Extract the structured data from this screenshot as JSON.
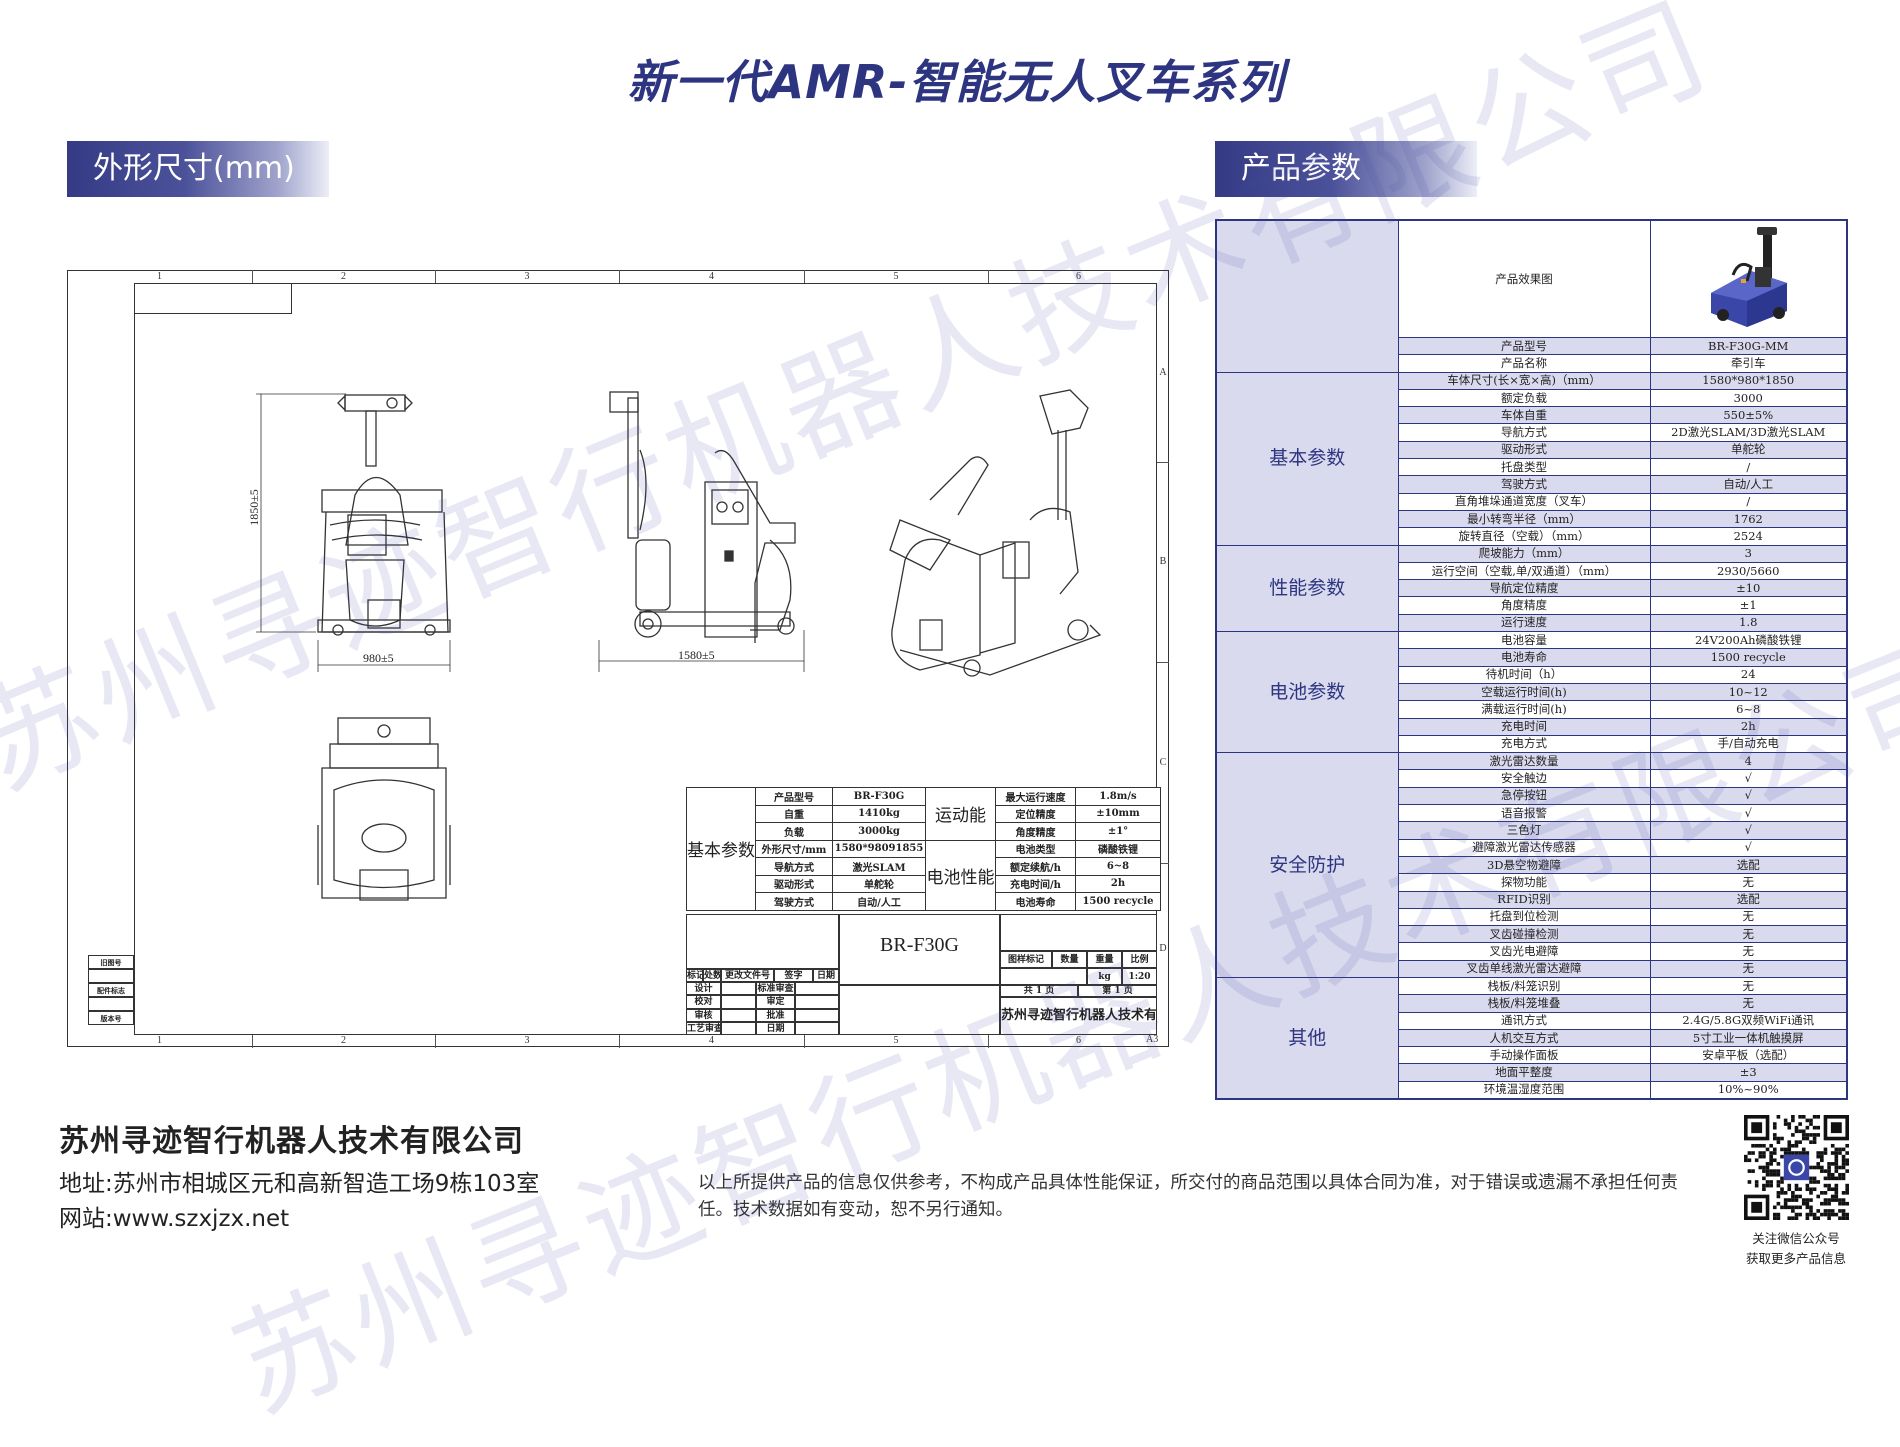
{
  "header": {
    "title": "新一代AMR-智能无人叉车系列",
    "dimensions_label": "外形尺寸(mm)",
    "params_label": "产品参数"
  },
  "watermark": "苏州寻迹智行机器人技术有限公司",
  "drawing": {
    "column_numbers": [
      "1",
      "2",
      "3",
      "4",
      "5",
      "6"
    ],
    "row_letters": [
      "A",
      "B",
      "C",
      "D"
    ],
    "dim_height": "1850±5",
    "dim_width": "980±5",
    "dim_length": "1580±5",
    "side_labels": [
      "旧图号",
      "配件标志",
      "版本号"
    ],
    "sheet_size": "A3",
    "spec": {
      "basic_label": "基本参数",
      "motion_label": "运动能",
      "battery_label": "电池性能",
      "rows": [
        {
          "k": "产品型号",
          "v": "BR-F30G",
          "k2": "最大运行速度",
          "v2": "1.8m/s"
        },
        {
          "k": "自重",
          "v": "1410kg",
          "k2": "定位精度",
          "v2": "±10mm"
        },
        {
          "k": "负载",
          "v": "3000kg",
          "k2": "角度精度",
          "v2": "±1°"
        },
        {
          "k": "外形尺寸/mm",
          "v": "1580*98091855",
          "k2": "电池类型",
          "v2": "磷酸铁锂"
        },
        {
          "k": "导航方式",
          "v": "激光SLAM",
          "k2": "额定续航/h",
          "v2": "6~8"
        },
        {
          "k": "驱动形式",
          "v": "单舵轮",
          "k2": "充电时间/h",
          "v2": "2h"
        },
        {
          "k": "驾驶方式",
          "v": "自动/人工",
          "k2": "电池寿命",
          "v2": "1500 recycle"
        }
      ]
    },
    "title_block": {
      "model": "BR-F30G",
      "rev_headers": [
        "标记",
        "处数",
        "更改文件号",
        "签字",
        "日期"
      ],
      "roles_left": [
        "设计",
        "校对",
        "审核",
        "工艺审查"
      ],
      "roles_right": [
        "标准审查",
        "审定",
        "批准",
        "日期"
      ],
      "info_headers": [
        "图样标记",
        "数量",
        "重量",
        "比例"
      ],
      "weight_unit": "kg",
      "scale": "1:20",
      "total_pages": "共 1 页",
      "page_no": "第 1 页",
      "company": "苏州寻迹智行机器人技术有限公司"
    }
  },
  "params": {
    "image_label": "产品效果图",
    "groups": [
      {
        "label": "",
        "rows": [
          [
            "产品型号",
            "BR-F30G-MM"
          ],
          [
            "产品名称",
            "牵引车"
          ]
        ]
      },
      {
        "label": "基本参数",
        "rows": [
          [
            "车体尺寸(长×宽×高)（mm）",
            "1580*980*1850"
          ],
          [
            "额定负载",
            "3000"
          ],
          [
            "车体自重",
            "550±5%"
          ],
          [
            "导航方式",
            "2D激光SLAM/3D激光SLAM"
          ],
          [
            "驱动形式",
            "单舵轮"
          ],
          [
            "托盘类型",
            "/"
          ],
          [
            "驾驶方式",
            "自动/人工"
          ],
          [
            "直角堆垛通道宽度（叉车）",
            "/"
          ],
          [
            "最小转弯半径（mm）",
            "1762"
          ],
          [
            "旋转直径（空载）（mm）",
            "2524"
          ]
        ]
      },
      {
        "label": "性能参数",
        "rows": [
          [
            "爬坡能力（mm）",
            "3"
          ],
          [
            "运行空间（空载,单/双通道）（mm）",
            "2930/5660"
          ],
          [
            "导航定位精度",
            "±10"
          ],
          [
            "角度精度",
            "±1"
          ],
          [
            "运行速度",
            "1.8"
          ]
        ]
      },
      {
        "label": "电池参数",
        "rows": [
          [
            "电池容量",
            "24V200Ah磷酸铁锂"
          ],
          [
            "电池寿命",
            "1500 recycle"
          ],
          [
            "待机时间（h）",
            "24"
          ],
          [
            "空载运行时间(h)",
            "10~12"
          ],
          [
            "满载运行时间(h)",
            "6~8"
          ],
          [
            "充电时间",
            "2h"
          ],
          [
            "充电方式",
            "手/自动充电"
          ]
        ]
      },
      {
        "label": "安全防护",
        "rows": [
          [
            "激光雷达数量",
            "4"
          ],
          [
            "安全触边",
            "√"
          ],
          [
            "急停按钮",
            "√"
          ],
          [
            "语音报警",
            "√"
          ],
          [
            "三色灯",
            "√"
          ],
          [
            "避障激光雷达传感器",
            "√"
          ],
          [
            "3D悬空物避障",
            "选配"
          ],
          [
            "探物功能",
            "无"
          ],
          [
            "RFID识别",
            "选配"
          ],
          [
            "托盘到位检测",
            "无"
          ],
          [
            "叉齿碰撞检测",
            "无"
          ],
          [
            "叉齿光电避障",
            "无"
          ],
          [
            "叉齿单线激光雷达避障",
            "无"
          ]
        ]
      },
      {
        "label": "其他",
        "rows": [
          [
            "栈板/料笼识别",
            "无"
          ],
          [
            "栈板/料笼堆叠",
            "无"
          ],
          [
            "通讯方式",
            "2.4G/5.8G双频WiFi通讯"
          ],
          [
            "人机交互方式",
            "5寸工业一体机触摸屏"
          ],
          [
            "手动操作面板",
            "安卓平板（选配）"
          ],
          [
            "地面平整度",
            "±3"
          ],
          [
            "环境温湿度范围",
            "10%~90%"
          ]
        ]
      }
    ]
  },
  "footer": {
    "company": "苏州寻迹智行机器人技术有限公司",
    "address": "地址:苏州市相城区元和高新智造工场9栋103室",
    "website": "网站:www.szxjzx.net",
    "disclaimer": "以上所提供产品的信息仅供参考，不构成产品具体性能保证，所交付的商品范围以具体合同为准，对于错误或遗漏不承担任何责任。技术数据如有变动，恕不另行通知。",
    "qr_caption_1": "关注微信公众号",
    "qr_caption_2": "获取更多产品信息"
  },
  "colors": {
    "brand": "#2e3580",
    "row_shade": "#d9daee",
    "vehicle_blue": "#3a46a8"
  }
}
